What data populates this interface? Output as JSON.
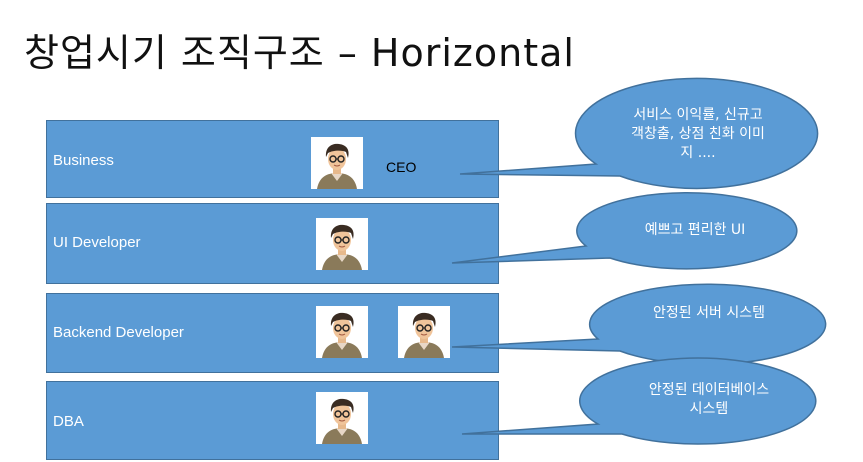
{
  "title": "창업시기 조직구조 – Horizontal",
  "rows": [
    {
      "label": "Business",
      "role_tag": "CEO",
      "callout": [
        "서비스 이익률, 신규고",
        "객창출, 상점 친화 이미",
        "지 ...."
      ]
    },
    {
      "label": "UI Developer",
      "callout": [
        "예쁘고 편리한 UI"
      ]
    },
    {
      "label": "Backend Developer",
      "callout": [
        "안정된 서버 시스템"
      ]
    },
    {
      "label": "DBA",
      "callout": [
        "안정된 데이터베이스",
        "시스템"
      ]
    }
  ],
  "colors": {
    "band_fill": "#5b9bd5",
    "band_border": "#41719c"
  },
  "icons": [
    "person-avatar-icon"
  ]
}
